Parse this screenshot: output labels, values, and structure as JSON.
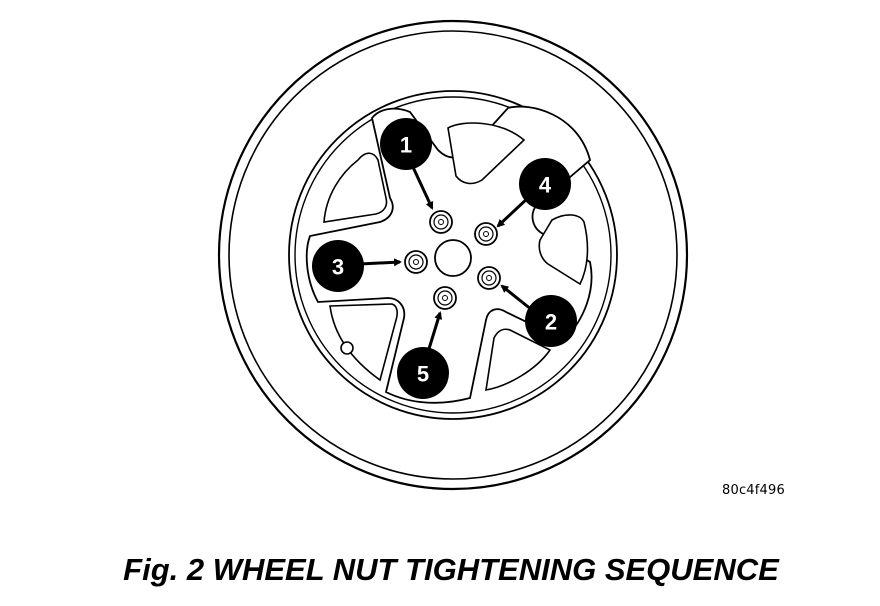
{
  "figure": {
    "caption": "Fig. 2 WHEEL NUT TIGHTENING SEQUENCE",
    "reference_code": "80c4f496"
  },
  "sequence_labels": [
    "1",
    "2",
    "3",
    "4",
    "5"
  ],
  "colors": {
    "ink": "#000000",
    "paper": "#ffffff"
  }
}
